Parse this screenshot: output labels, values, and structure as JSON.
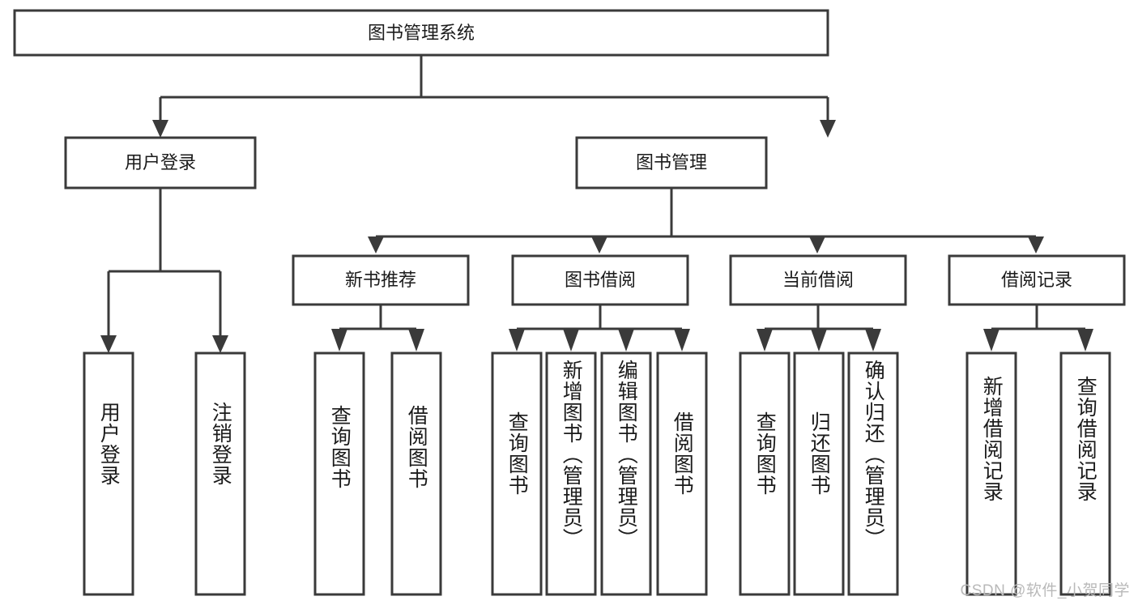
{
  "diagram": {
    "title": "图书管理系统",
    "type": "tree",
    "watermark": "CSDN @软件_小贺同学",
    "colors": {
      "stroke": "#3a3a3a",
      "fill": "#ffffff",
      "text": "#1b1b1b",
      "watermark": "#b9b9b9"
    },
    "levels": {
      "root": {
        "label": "图书管理系统"
      },
      "level2": [
        {
          "label": "用户登录"
        },
        {
          "label": "图书管理"
        }
      ],
      "level3": [
        {
          "label": "新书推荐"
        },
        {
          "label": "图书借阅"
        },
        {
          "label": "当前借阅"
        },
        {
          "label": "借阅记录"
        }
      ],
      "leaves": {
        "user_login": [
          {
            "label": "用户登录"
          },
          {
            "label": "注销登录"
          }
        ],
        "new_book": [
          {
            "label": "查询图书"
          },
          {
            "label": "借阅图书"
          }
        ],
        "book_borrow": [
          {
            "label": "查询图书"
          },
          {
            "label": "新增图书（管理员）"
          },
          {
            "label": "编辑图书（管理员）"
          },
          {
            "label": "借阅图书"
          }
        ],
        "current_borrow": [
          {
            "label": "查询图书"
          },
          {
            "label": "归还图书"
          },
          {
            "label": "确认归还（管理员）"
          }
        ],
        "borrow_record": [
          {
            "label": "新增借阅记录"
          },
          {
            "label": "查询借阅记录"
          }
        ]
      }
    }
  }
}
